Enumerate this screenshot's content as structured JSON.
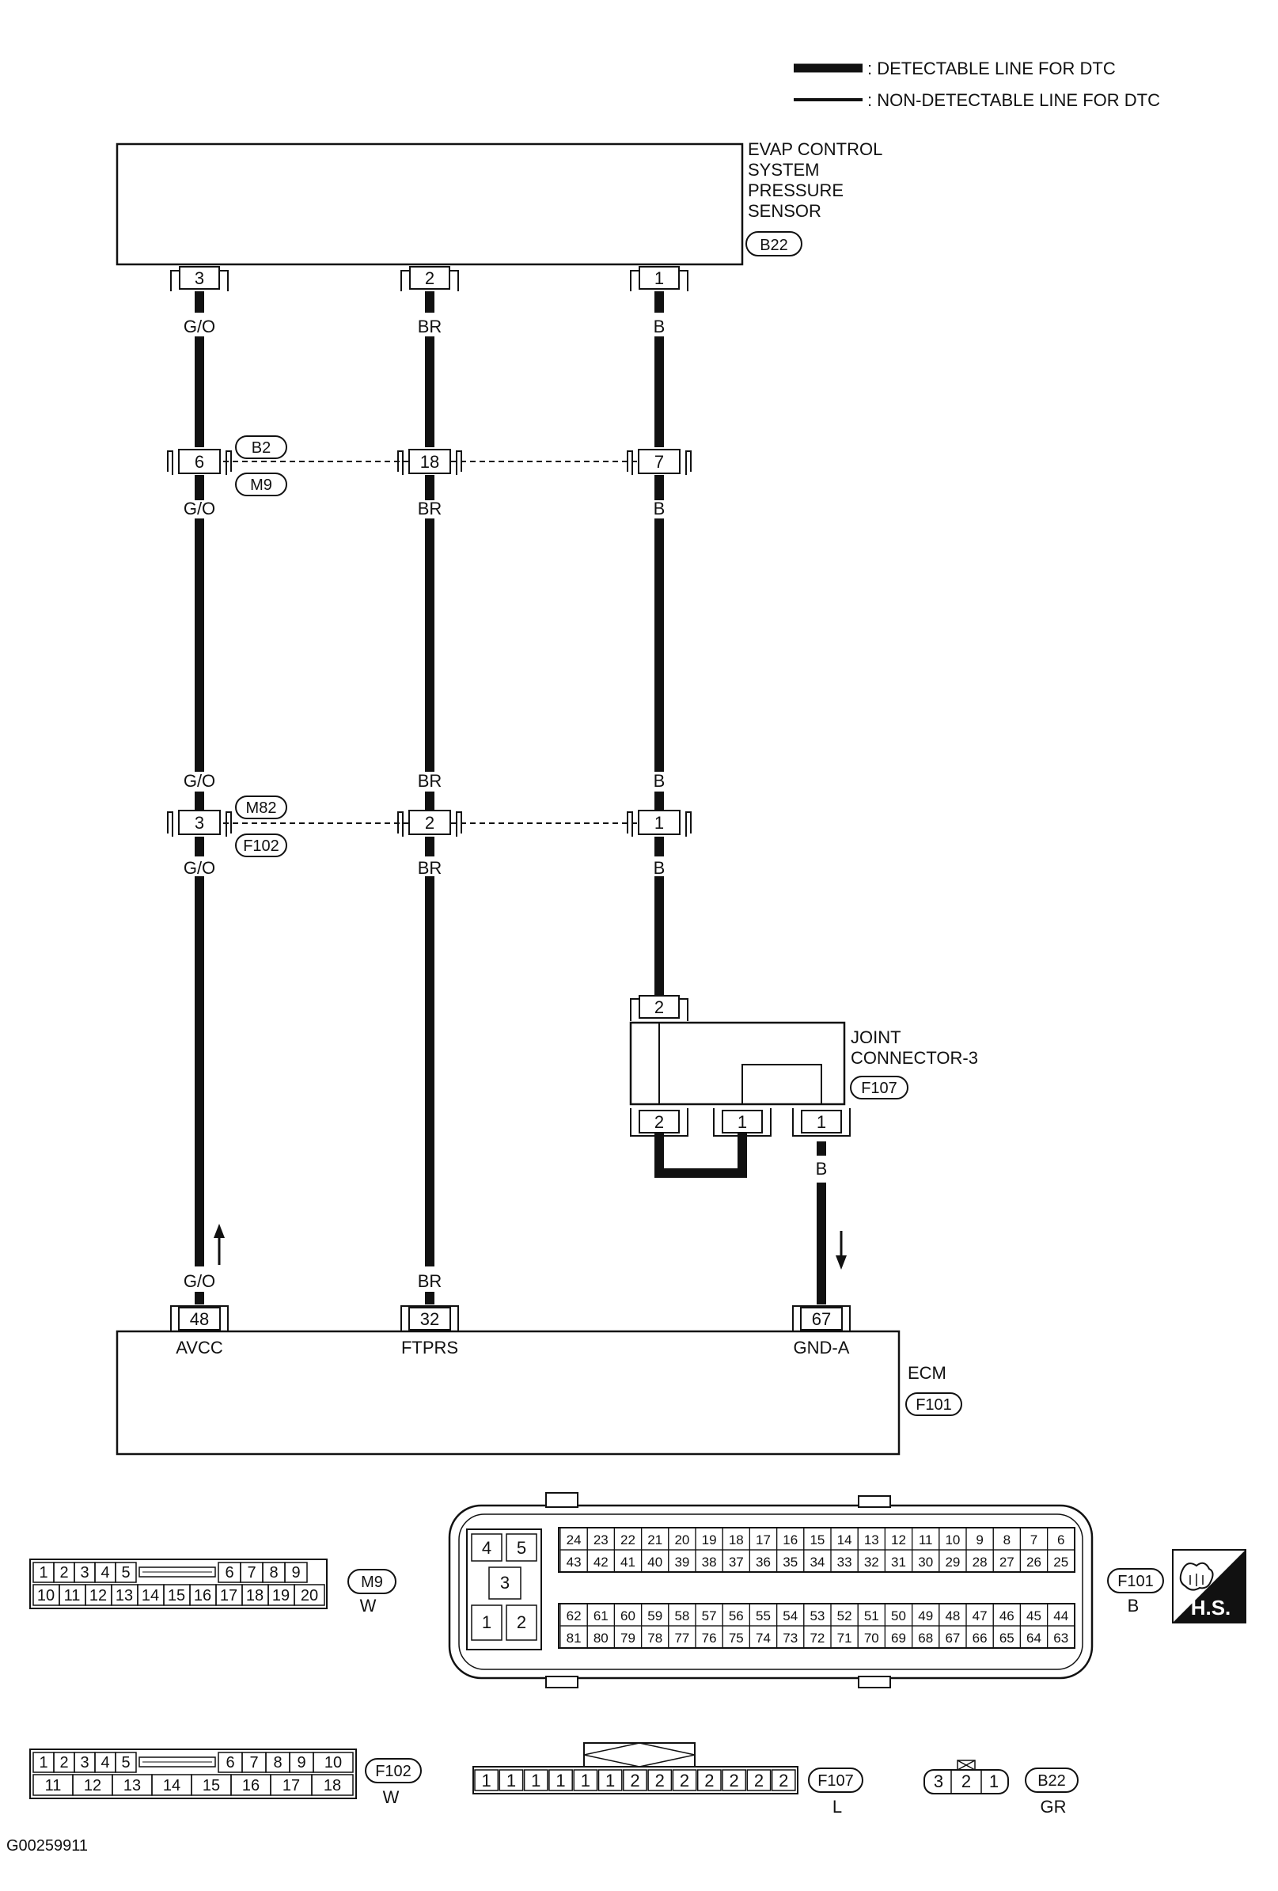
{
  "legend": {
    "detectable": ": DETECTABLE LINE FOR DTC",
    "non_detectable": ": NON-DETECTABLE LINE FOR DTC"
  },
  "sensor": {
    "title_lines": [
      "EVAP CONTROL",
      "SYSTEM",
      "PRESSURE",
      "SENSOR"
    ],
    "connector": "B22",
    "pins": [
      "3",
      "2",
      "1"
    ]
  },
  "wire_colors": {
    "w1": "G/O",
    "w2": "BR",
    "w3": "B"
  },
  "inline_b2m9": {
    "pins": [
      "6",
      "18",
      "7"
    ],
    "conn_a": "B2",
    "conn_b": "M9"
  },
  "inline_m82f102": {
    "pins": [
      "3",
      "2",
      "1"
    ],
    "conn_a": "M82",
    "conn_b": "F102"
  },
  "joint": {
    "title_lines": [
      "JOINT",
      "CONNECTOR-3"
    ],
    "connector": "F107",
    "top_pin": "2",
    "bottom_pins": [
      "2",
      "1",
      "1"
    ]
  },
  "ecm": {
    "title": "ECM",
    "connector": "F101",
    "pins": [
      "48",
      "32",
      "67"
    ],
    "terminals": [
      "AVCC",
      "FTPRS",
      "GND-A"
    ]
  },
  "m9_face": {
    "row1": [
      "1",
      "2",
      "3",
      "4",
      "5",
      "6",
      "7",
      "8",
      "9"
    ],
    "row2": [
      "10",
      "11",
      "12",
      "13",
      "14",
      "15",
      "16",
      "17",
      "18",
      "19",
      "20"
    ],
    "connector": "M9",
    "color": "W"
  },
  "f102_face": {
    "row1": [
      "1",
      "2",
      "3",
      "4",
      "5",
      "6",
      "7",
      "8",
      "9",
      "10"
    ],
    "row2": [
      "11",
      "12",
      "13",
      "14",
      "15",
      "16",
      "17",
      "18"
    ],
    "connector": "F102",
    "color": "W"
  },
  "f101_face": {
    "big": [
      "4",
      "5",
      "3",
      "1",
      "2"
    ],
    "r1": [
      "24",
      "23",
      "22",
      "21",
      "20",
      "19",
      "18",
      "17",
      "16",
      "15",
      "14",
      "13",
      "12",
      "11",
      "10",
      "9",
      "8",
      "7",
      "6"
    ],
    "r2": [
      "43",
      "42",
      "41",
      "40",
      "39",
      "38",
      "37",
      "36",
      "35",
      "34",
      "33",
      "32",
      "31",
      "30",
      "29",
      "28",
      "27",
      "26",
      "25"
    ],
    "r3": [
      "62",
      "61",
      "60",
      "59",
      "58",
      "57",
      "56",
      "55",
      "54",
      "53",
      "52",
      "51",
      "50",
      "49",
      "48",
      "47",
      "46",
      "45",
      "44"
    ],
    "r4": [
      "81",
      "80",
      "79",
      "78",
      "77",
      "76",
      "75",
      "74",
      "73",
      "72",
      "71",
      "70",
      "69",
      "68",
      "67",
      "66",
      "65",
      "64",
      "63"
    ],
    "connector": "F101",
    "color": "B"
  },
  "f107_face": {
    "pins": [
      "1",
      "1",
      "1",
      "1",
      "1",
      "1",
      "2",
      "2",
      "2",
      "2",
      "2",
      "2",
      "2"
    ],
    "connector": "F107",
    "color": "L"
  },
  "b22_face": {
    "pins": [
      "3",
      "2",
      "1"
    ],
    "connector": "B22",
    "color": "GR"
  },
  "hs_badge": "H.S.",
  "figure_id": "G00259911"
}
